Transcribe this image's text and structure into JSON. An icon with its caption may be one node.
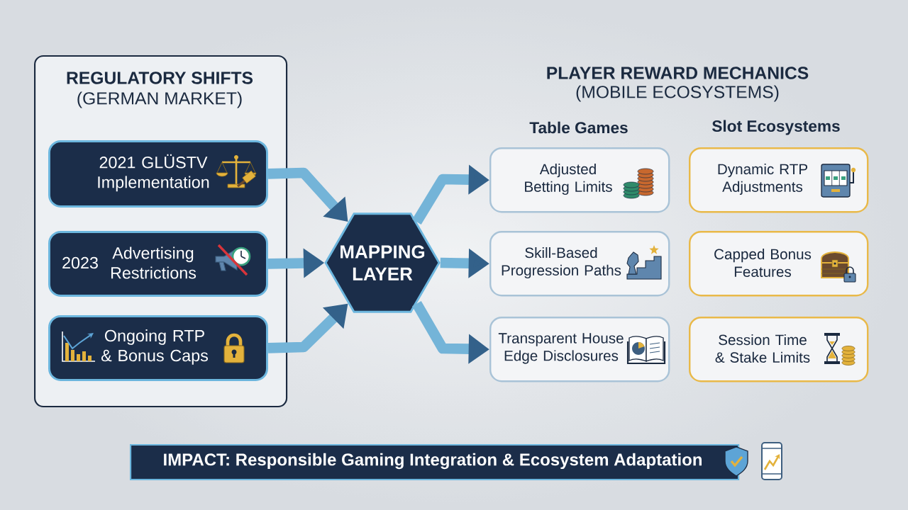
{
  "diagram": {
    "nodes": [
      {
        "text": [
          "REGULATORY SHIFTS",
          "(GERMAN MARKET)"
        ]
      },
      {
        "text": [
          "2021 GLÜSTV Implementation"
        ],
        "in": 0
      },
      {
        "text": [
          "2023",
          "Advertising Restrictions"
        ],
        "in": 0
      },
      {
        "text": [
          "Ongoing RTP & Bonus Caps"
        ],
        "in": 0
      },
      {
        "text": [
          "MAPPING LAYER"
        ]
      },
      {
        "text": [
          "Adjusted Betting Limits"
        ]
      },
      {
        "text": [
          "Dynamic RTP Adjustments"
        ]
      },
      {
        "text": [
          "Skill-Based Progression Paths"
        ]
      },
      {
        "text": [
          "Capped Bonus Features"
        ]
      },
      {
        "text": [
          "Transparent House Edge Disclosures"
        ]
      },
      {
        "text": [
          "Session Time & Stake Limits"
        ]
      },
      {
        "text": [
          "IMPACT: Responsible Gaming Integration & Ecosystem Adaptation"
        ]
      }
    ],
    "edges": [
      {
        "from": 1,
        "to": 4,
        "arrow": "to"
      },
      {
        "from": 2,
        "to": 4,
        "arrow": "to"
      },
      {
        "from": 3,
        "to": 4,
        "arrow": "to"
      },
      {
        "from": 4,
        "to": 5,
        "arrow": "to"
      },
      {
        "from": 4,
        "to": 7,
        "arrow": "to"
      },
      {
        "from": 4,
        "to": 9,
        "arrow": "to"
      }
    ],
    "labels": [
      "PLAYER REWARD MECHANICS",
      "(MOBILE ECOSYSTEMS)",
      "Table Games",
      "Slot Ecosystems"
    ]
  }
}
